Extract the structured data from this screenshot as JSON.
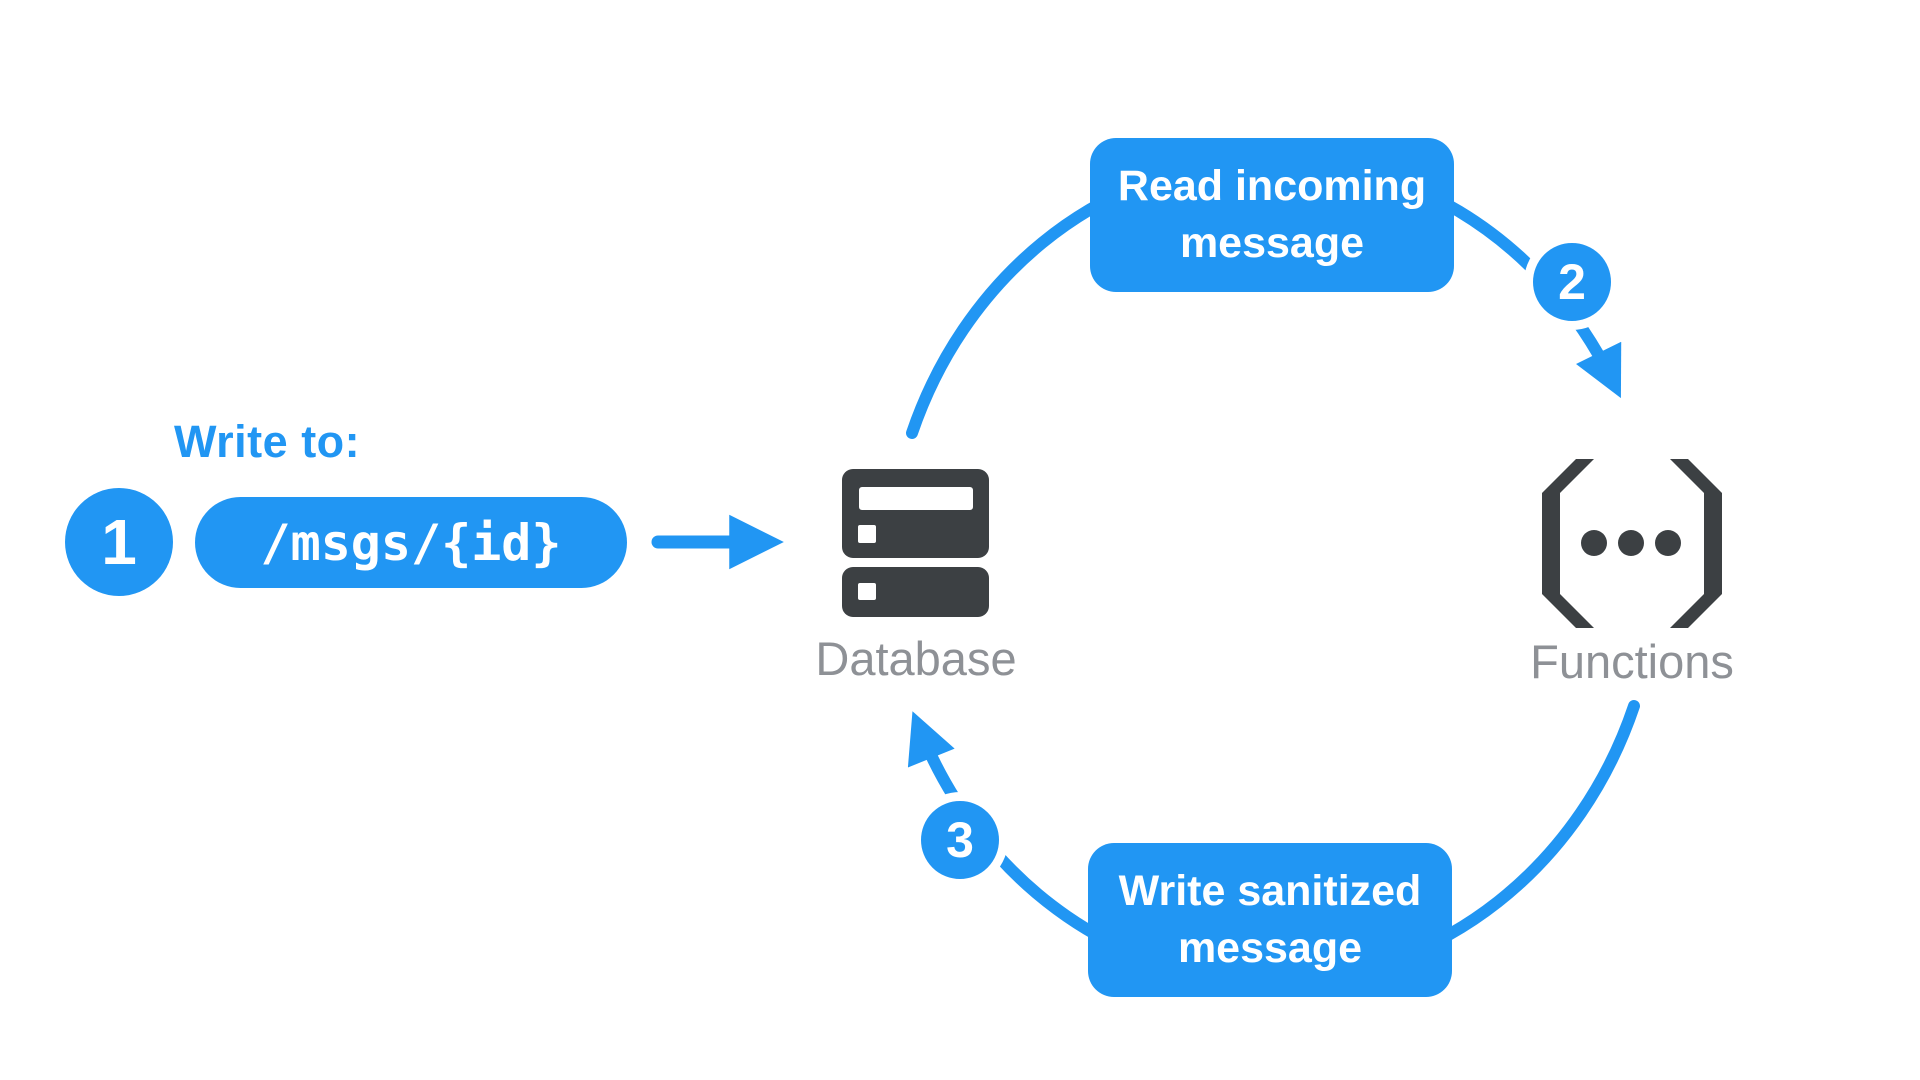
{
  "colors": {
    "accent_blue": "#2196F3",
    "icon_charcoal": "#3C4043",
    "label_gray": "#8E9196",
    "canvas_background": "#FFFFFF",
    "text_on_blue": "#FFFFFF"
  },
  "write_input": {
    "step_badge": "1",
    "heading": "Write to:",
    "db_path": "/msgs/{id}"
  },
  "database_node": {
    "label": "Database",
    "icon": "database-server-icon"
  },
  "functions_node": {
    "label": "Functions",
    "icon": "functions-brackets-icon"
  },
  "cycle": {
    "read_step": {
      "badge": "2",
      "label": "Read incoming message"
    },
    "write_step": {
      "badge": "3",
      "label": "Write sanitized message"
    }
  }
}
